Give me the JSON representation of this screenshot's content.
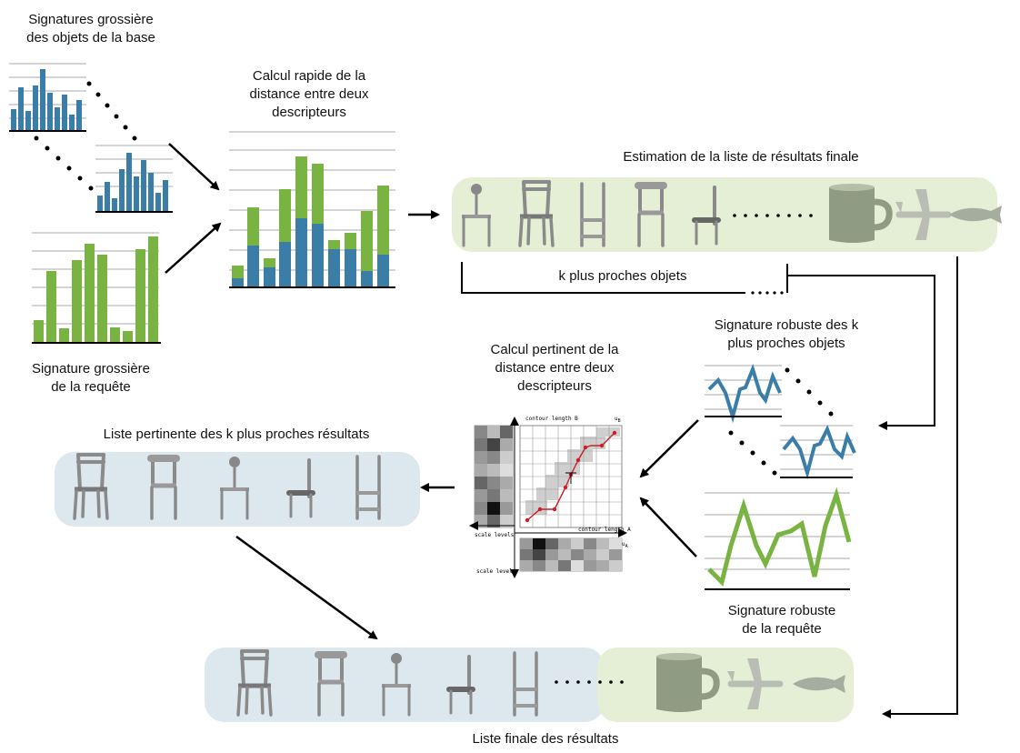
{
  "labels": {
    "db_coarse": "Signatures grossière\ndes objets de la base",
    "query_coarse": "Signature grossière\nde la requête",
    "fast_distance": "Calcul rapide de la\ndistance entre deux\ndescripteurs",
    "estimation": "Estimation de la liste de résultats finale",
    "k_nearest": "k plus proches objets",
    "robust_k": "Signature robuste des k\nplus proches objets",
    "relevant_distance": "Calcul pertinent de la\ndistance entre deux\ndescripteurs",
    "robust_query": "Signature robuste\nde la requête",
    "relevant_list": "Liste pertinente des k plus proches résultats",
    "final_list": "Liste finale des résultats"
  },
  "matrix": {
    "contour_b": "contour length B",
    "contour_a": "contour length A",
    "scale_levels_left": "scale levels",
    "scale_levels_bottom": "scale levels",
    "u_b": "u",
    "u_b_sub": "B",
    "u_a": "u",
    "u_a_sub": "A"
  },
  "colors": {
    "blue_bar": "#3a7ea8",
    "green_bar": "#79b442",
    "green_band": "#e4efd6",
    "blue_band": "#dce8ee",
    "path": "#c8202a"
  },
  "icons": [
    "chair-icon",
    "mug-icon",
    "airplane-icon",
    "fish-icon",
    "arrow-icon"
  ]
}
